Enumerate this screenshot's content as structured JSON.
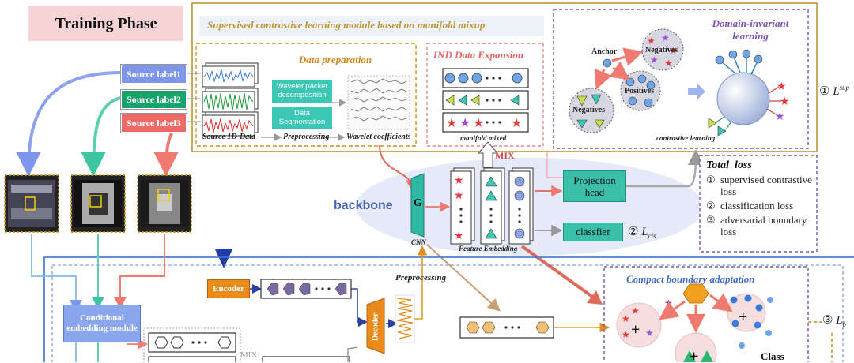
{
  "training_phase": "Training Phase",
  "module_title": "Supervised contrastive learning module based on manifold mixup",
  "source_labels": [
    "Source label1",
    "Source label2",
    "Source label3"
  ],
  "data_preparation": {
    "title": "Data preparation",
    "wavelet_packet": "Wavelet packet decomposition",
    "data_segmentation": "Data Segmentation",
    "source_1d": "Source 1D-Data",
    "preprocessing": "Preprocessing",
    "wavelet_coefficients": "Wavelet coefficients"
  },
  "ind_expansion": {
    "title": "IND Data Expansion",
    "manifold_mixed": "manifold mixed"
  },
  "domain_invariant": {
    "title": "Domain-invariant learning",
    "anchor": "Anchor",
    "negatives": "Negatives",
    "positives": "Positives",
    "contrastive_learning": "contrastive learning"
  },
  "loss_sup": {
    "circle": "①",
    "symbol": "L",
    "sup": "sup"
  },
  "mix": "MIX",
  "backbone": "backbone",
  "g_label": "G",
  "cnn": "CNN",
  "feature_embedding": "Feature Embedding",
  "projection_head": "Projection head",
  "classifier": "classfier",
  "loss_cls": {
    "circle": "②",
    "symbol": "L",
    "sub": "cls"
  },
  "total_loss": {
    "title": "Total  loss",
    "items": [
      {
        "num": "①",
        "text": "supervised contrastive loss"
      },
      {
        "num": "②",
        "text": "classification loss"
      },
      {
        "num": "③",
        "text": "adversarial boundary loss"
      }
    ]
  },
  "lower": {
    "encoder": "Encoder",
    "decoder": "Decoder",
    "preprocessing": "Preprocessing",
    "conditional_embedding": "Conditional embedding module",
    "mix": "MIX",
    "compact_boundary": "Compact boundary adaptation",
    "class_label": "Class",
    "loss_b": {
      "circle": "③",
      "symbol": "L",
      "sub": "b"
    }
  },
  "colors": {
    "label1": "#7d95ea",
    "label2": "#1aa26b",
    "label3": "#f06a6a",
    "teal": "#3cc7b5",
    "projection": "#3bbfa8",
    "gold_border": "#b8963a",
    "purple_border": "#7a55b5",
    "blue_border": "#3f76c9",
    "orange": "#e88b1b"
  }
}
